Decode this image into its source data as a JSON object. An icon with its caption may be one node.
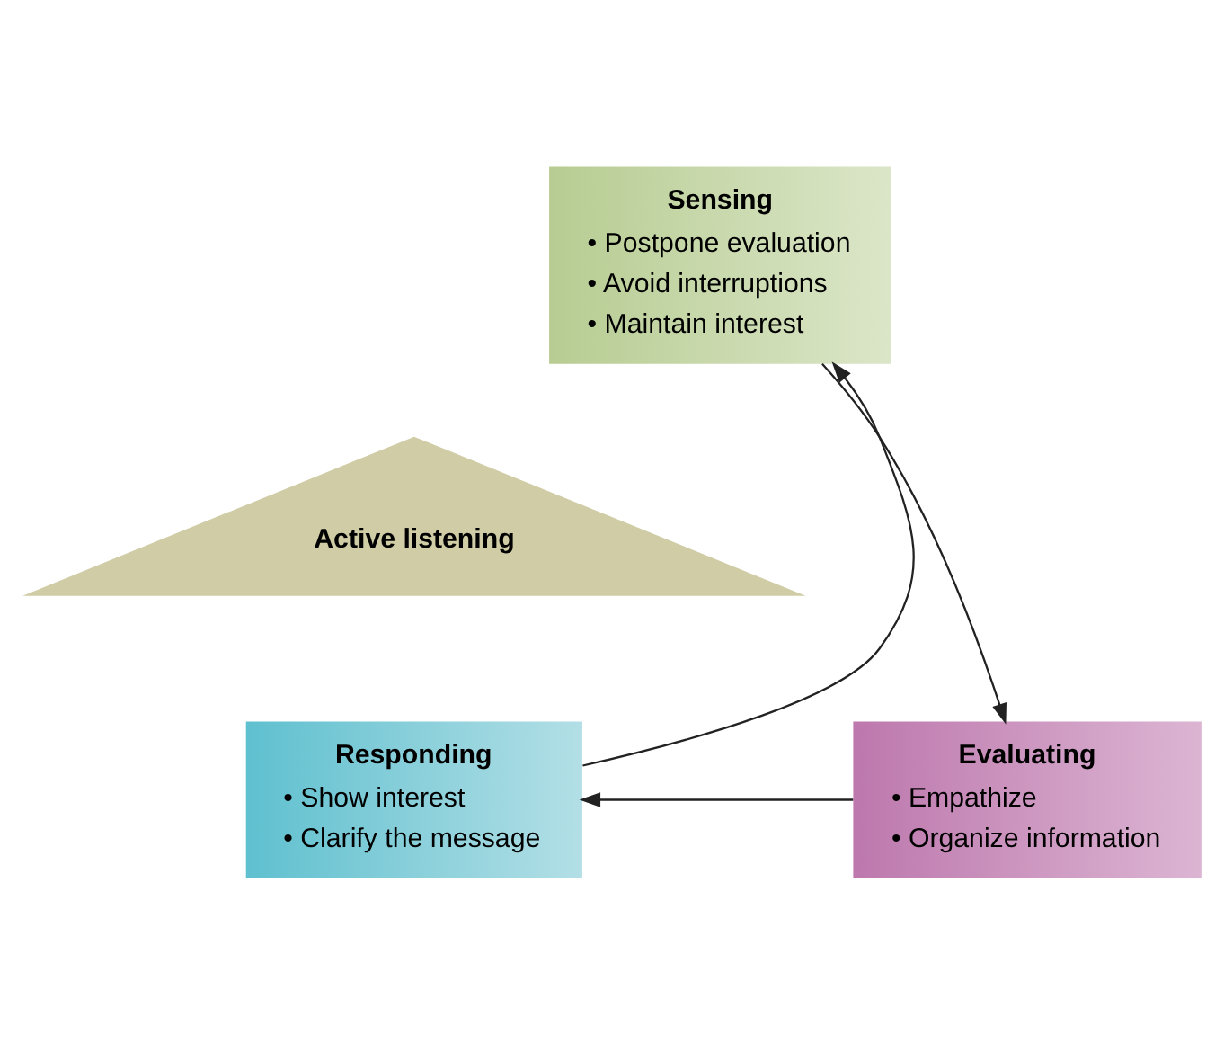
{
  "diagram": {
    "nodes": [
      {
        "text": [
          "Sensing",
          "• Postpone evaluation",
          "• Avoid interruptions",
          "• Maintain interest"
        ]
      },
      {
        "text": [
          "Active listening"
        ]
      },
      {
        "text": [
          "Responding",
          "• Show interest",
          "• Clarify the message"
        ]
      },
      {
        "text": [
          "Evaluating",
          "• Empathize",
          "• Organize information"
        ]
      }
    ],
    "edges": [
      {
        "from": 0,
        "to": 3,
        "arrow": "to"
      },
      {
        "from": 3,
        "to": 2,
        "arrow": "to"
      },
      {
        "from": 2,
        "to": 0,
        "arrow": "to"
      }
    ]
  }
}
